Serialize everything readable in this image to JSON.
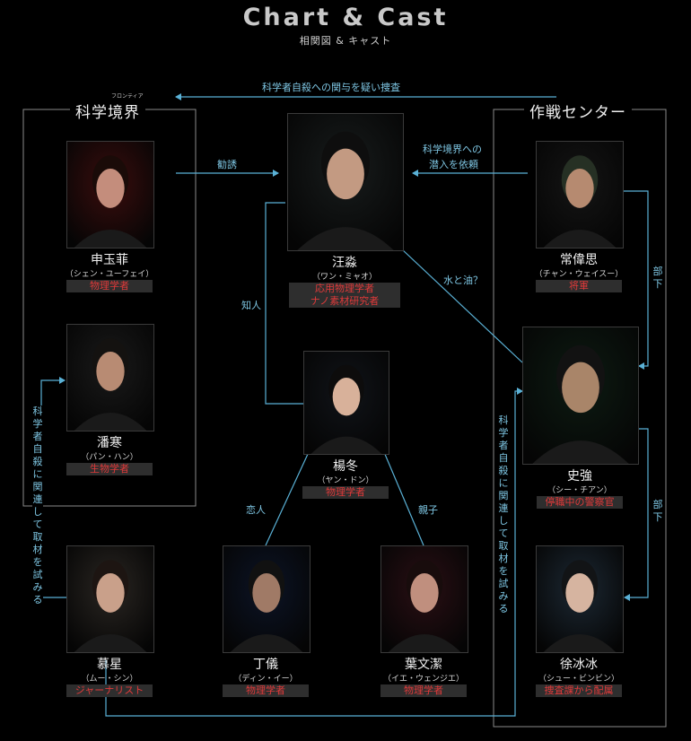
{
  "header": {
    "title": "Chart & Cast",
    "subtitle": "相関図 & キャスト"
  },
  "groups": {
    "frontier": {
      "label": "科学境界",
      "ruby": "フロンティア"
    },
    "center": {
      "label": "作戦センター"
    }
  },
  "characters": {
    "shen": {
      "name": "申玉菲",
      "reading": "（シェン・ユーフェイ）",
      "roles": [
        "物理学者"
      ]
    },
    "pan": {
      "name": "潘寒",
      "reading": "（パン・ハン）",
      "roles": [
        "生物学者"
      ]
    },
    "mu": {
      "name": "慕星",
      "reading": "（ムー・シン）",
      "roles": [
        "ジャーナリスト"
      ]
    },
    "wang": {
      "name": "汪淼",
      "reading": "（ワン・ミャオ）",
      "roles": [
        "応用物理学者",
        "ナノ素材研究者"
      ]
    },
    "yang": {
      "name": "楊冬",
      "reading": "（ヤン・ドン）",
      "roles": [
        "物理学者"
      ]
    },
    "ding": {
      "name": "丁儀",
      "reading": "（ディン・イー）",
      "roles": [
        "物理学者"
      ]
    },
    "ye": {
      "name": "葉文潔",
      "reading": "（イエ・ウェンジエ）",
      "roles": [
        "物理学者"
      ]
    },
    "chang": {
      "name": "常偉思",
      "reading": "（チャン・ウェイスー）",
      "roles": [
        "将軍"
      ]
    },
    "shi": {
      "name": "史強",
      "reading": "（シー・チアン）",
      "roles": [
        "停職中の警察官"
      ]
    },
    "xu": {
      "name": "徐冰冰",
      "reading": "（シュー・ビンビン）",
      "roles": [
        "捜査課から配属"
      ]
    }
  },
  "relations": {
    "top_arrow": "科学者自殺への関与を疑い捜査",
    "recruit": "勧誘",
    "undercover_1": "科学境界への",
    "undercover_2": "潜入を依頼",
    "water_oil": "水と油？",
    "acquaintance": "知人",
    "lover": "恋人",
    "parent": "親子",
    "subordinate_1": "部下",
    "subordinate_2": "部下",
    "investigate_left": "科学者自殺に関連して取材を試みる",
    "investigate_right": "科学者自殺に関連して取材を試みる"
  },
  "colors": {
    "line": "#5ab1d6",
    "role_text": "#e03a3a",
    "role_bg": "#2e2e2e",
    "box_border": "#8a8a8a"
  },
  "icons": {
    "arrow": "arrow-head-icon",
    "portrait": "portrait-photo"
  }
}
